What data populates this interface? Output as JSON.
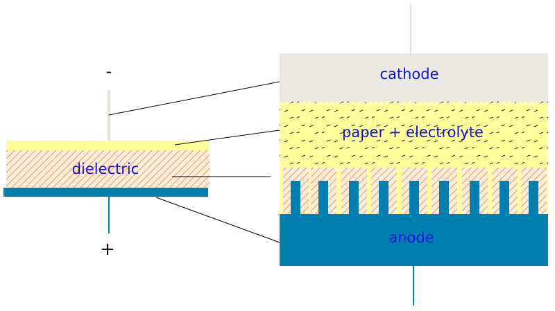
{
  "labels": {
    "minus": "-",
    "plus": "+",
    "dielectric": "dielectric",
    "cathode": "cathode",
    "paper_electrolyte": "paper + electrolyte",
    "anode": "anode"
  },
  "colors": {
    "cathode": "#ebe9e1",
    "electrolyte": "#ffff99",
    "anode": "#0080b0",
    "dielectric_hatch": "#f07a50",
    "dielectric_base": "#ffefd9",
    "label_text": "#1010dd",
    "lead_cathode": "#e4e2d8",
    "lead_anode": "#0080b0",
    "connector": "#000000"
  }
}
